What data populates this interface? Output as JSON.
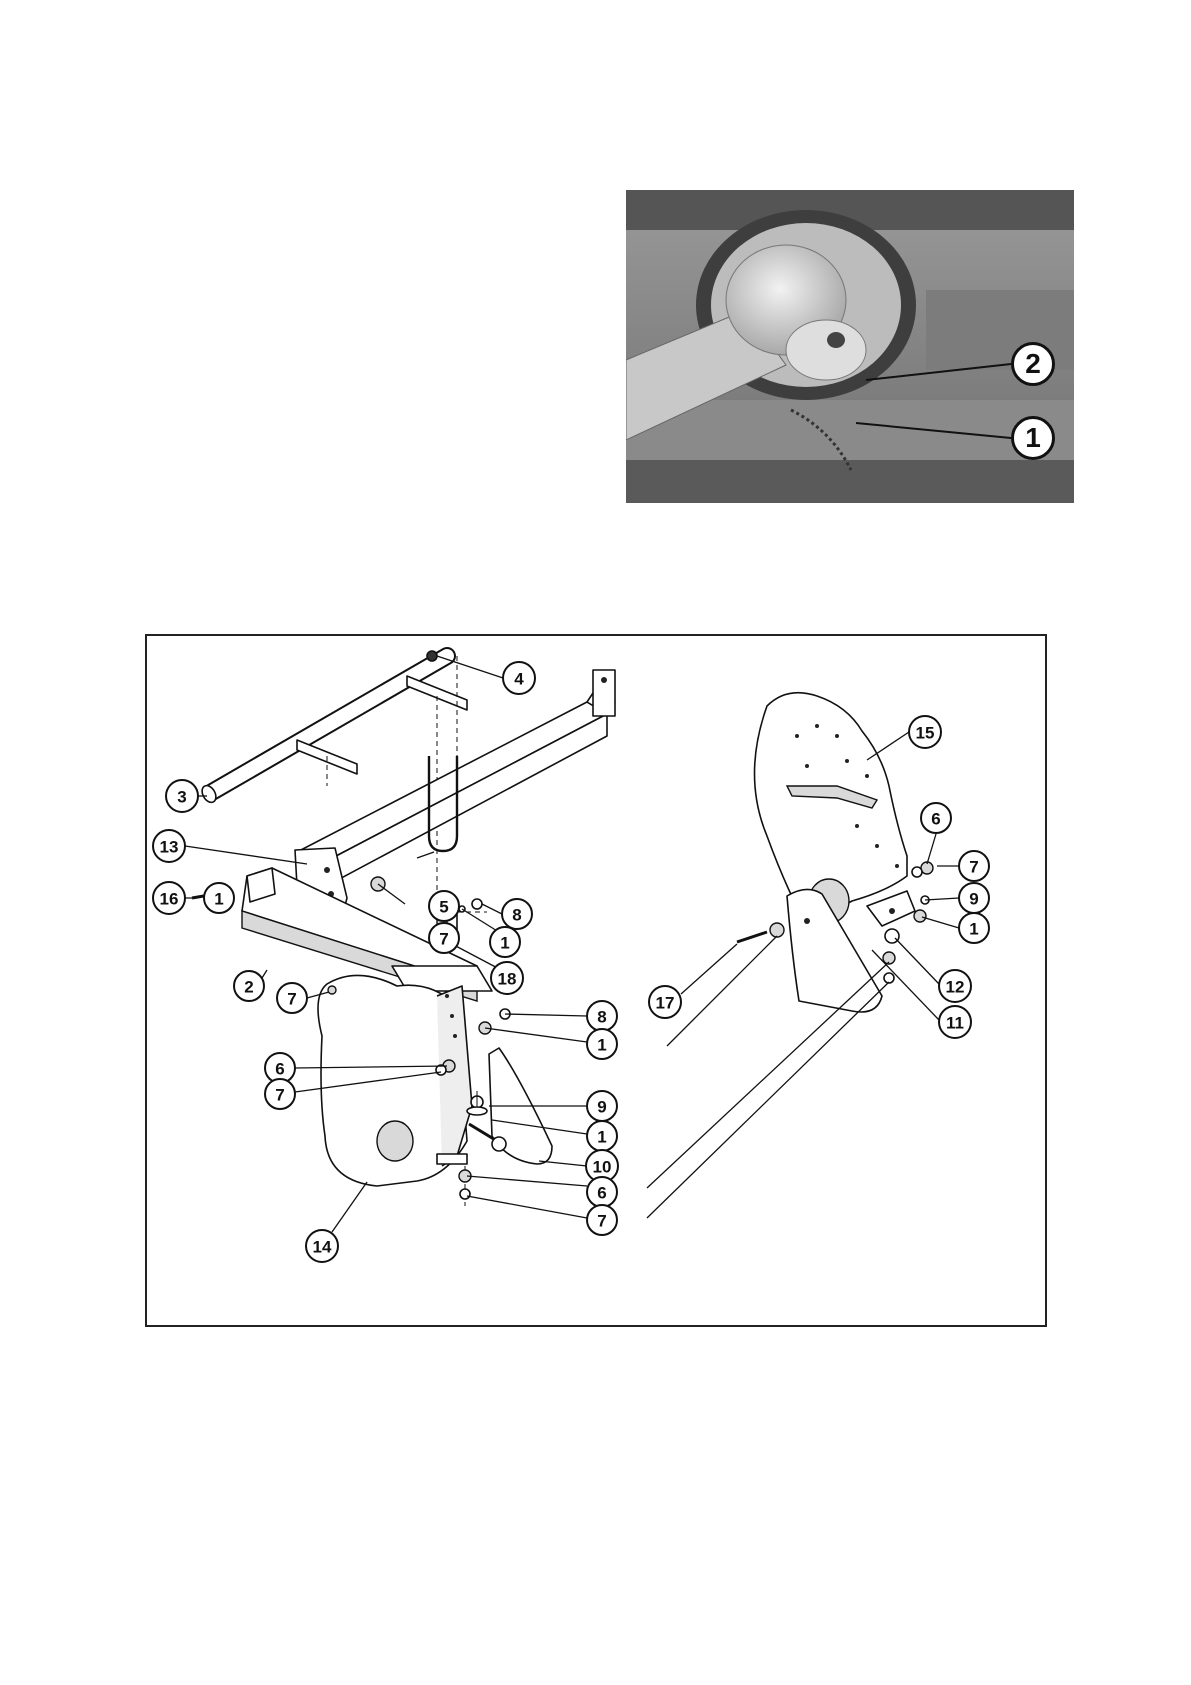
{
  "photo": {
    "callouts": [
      {
        "label": "2"
      },
      {
        "label": "1"
      }
    ]
  },
  "diagram": {
    "callouts": [
      {
        "label": "4"
      },
      {
        "label": "3"
      },
      {
        "label": "13"
      },
      {
        "label": "16"
      },
      {
        "label": "1"
      },
      {
        "label": "5"
      },
      {
        "label": "7"
      },
      {
        "label": "8"
      },
      {
        "label": "1"
      },
      {
        "label": "2"
      },
      {
        "label": "18"
      },
      {
        "label": "7"
      },
      {
        "label": "15"
      },
      {
        "label": "6"
      },
      {
        "label": "7"
      },
      {
        "label": "9"
      },
      {
        "label": "1"
      },
      {
        "label": "17"
      },
      {
        "label": "12"
      },
      {
        "label": "11"
      },
      {
        "label": "8"
      },
      {
        "label": "1"
      },
      {
        "label": "6"
      },
      {
        "label": "7"
      },
      {
        "label": "9"
      },
      {
        "label": "1"
      },
      {
        "label": "10"
      },
      {
        "label": "6"
      },
      {
        "label": "14"
      },
      {
        "label": "7"
      }
    ]
  }
}
